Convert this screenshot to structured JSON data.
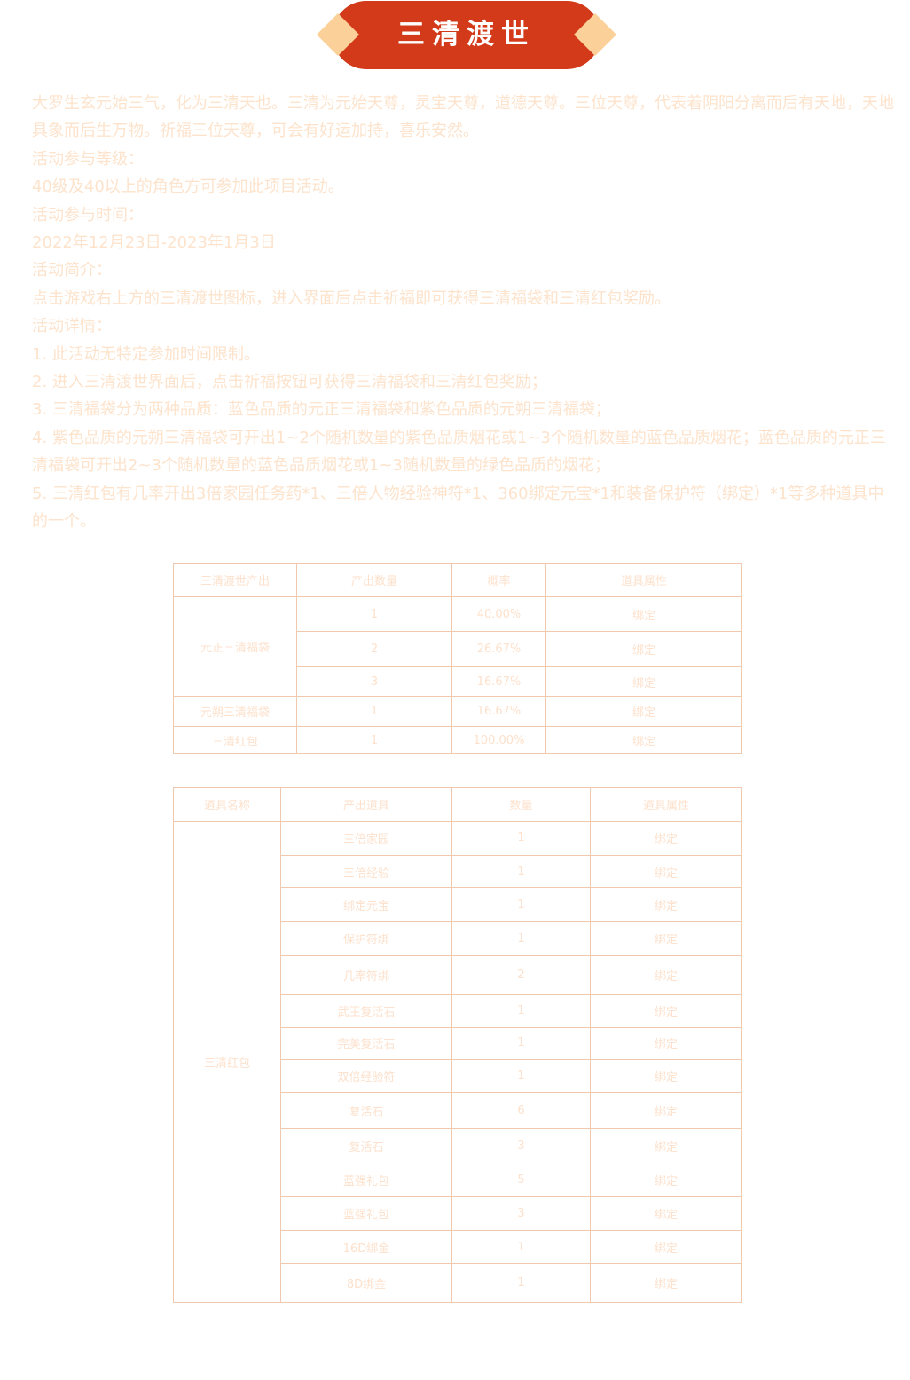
{
  "banner": {
    "title": "三清渡世"
  },
  "intro": {
    "paragraphs": [
      "大罗生玄元始三气，化为三清天也。三清为元始天尊，灵宝天尊，道德天尊。三位天尊，代表着阴阳分离而后有天地，天地具象而后生万物。祈福三位天尊，可会有好运加持，喜乐安然。",
      "活动参与等级：",
      "40级及40以上的角色方可参加此项目活动。",
      "活动参与时间：",
      "2022年12月23日-2023年1月3日",
      "活动简介：",
      "点击游戏右上方的三清渡世图标，进入界面后点击祈福即可获得三清福袋和三清红包奖励。",
      "活动详情：",
      "1. 此活动无特定参加时间限制。",
      "2. 进入三清渡世界面后，点击祈福按钮可获得三清福袋和三清红包奖励；",
      "3. 三清福袋分为两种品质：蓝色品质的元正三清福袋和紫色品质的元朔三清福袋；",
      "4. 紫色品质的元朔三清福袋可开出1~2个随机数量的紫色品质烟花或1~3个随机数量的蓝色品质烟花；蓝色品质的元正三清福袋可开出2~3个随机数量的蓝色品质烟花或1~3随机数量的绿色品质的烟花；",
      "5. 三清红包有几率开出3倍家园任务药*1、三倍人物经验神符*1、360绑定元宝*1和装备保护符（绑定）*1等多种道具中的一个。"
    ]
  },
  "table1": {
    "headers": [
      "三清渡世产出",
      "产出数量",
      "概率",
      "道具属性"
    ],
    "groups": [
      {
        "name": "元正三清福袋",
        "rows": [
          {
            "qty": "1",
            "prob": "40.00%",
            "attr": "绑定"
          },
          {
            "qty": "2",
            "prob": "26.67%",
            "attr": "绑定"
          },
          {
            "qty": "3",
            "prob": "16.67%",
            "attr": "绑定"
          }
        ]
      },
      {
        "name": "元朔三清福袋",
        "rows": [
          {
            "qty": "1",
            "prob": "16.67%",
            "attr": "绑定"
          }
        ]
      },
      {
        "name": "三清红包",
        "rows": [
          {
            "qty": "1",
            "prob": "100.00%",
            "attr": "绑定"
          }
        ]
      }
    ]
  },
  "table2": {
    "headers": [
      "道具名称",
      "产出道具",
      "数量",
      "道具属性"
    ],
    "group_name": "三清红包",
    "rows": [
      {
        "item": "三倍家园",
        "qty": "1",
        "attr": "绑定"
      },
      {
        "item": "三倍经验",
        "qty": "1",
        "attr": "绑定"
      },
      {
        "item": "绑定元宝",
        "qty": "1",
        "attr": "绑定"
      },
      {
        "item": "保护符绑",
        "qty": "1",
        "attr": "绑定"
      },
      {
        "item": "几率符绑",
        "qty": "2",
        "attr": "绑定"
      },
      {
        "item": "武王复活石",
        "qty": "1",
        "attr": "绑定"
      },
      {
        "item": "完美复活石",
        "qty": "1",
        "attr": "绑定"
      },
      {
        "item": "双倍经验符",
        "qty": "1",
        "attr": "绑定"
      },
      {
        "item": "复活石",
        "qty": "6",
        "attr": "绑定"
      },
      {
        "item": "复活石",
        "qty": "3",
        "attr": "绑定"
      },
      {
        "item": "蓝强礼包",
        "qty": "5",
        "attr": "绑定"
      },
      {
        "item": "蓝强礼包",
        "qty": "3",
        "attr": "绑定"
      },
      {
        "item": "16D绑金",
        "qty": "1",
        "attr": "绑定"
      },
      {
        "item": "8D绑金",
        "qty": "1",
        "attr": "绑定"
      }
    ]
  }
}
